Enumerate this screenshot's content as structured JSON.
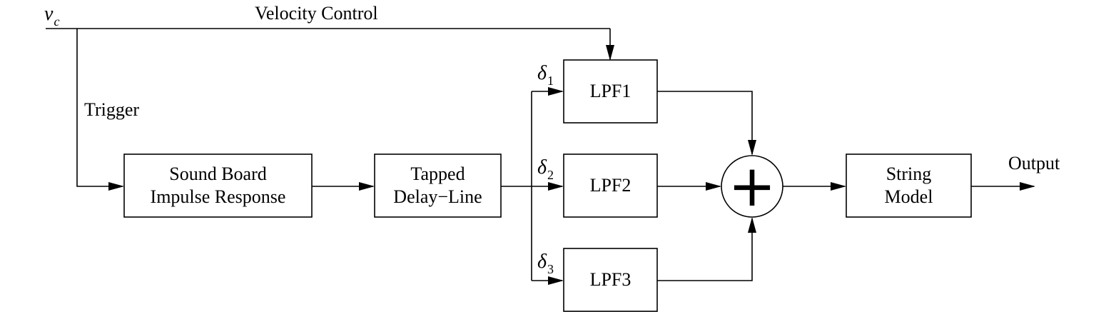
{
  "inputs": {
    "vc_symbol": "v",
    "vc_subscript": "c",
    "velocity_control": "Velocity Control",
    "trigger": "Trigger"
  },
  "blocks": {
    "sound_board": {
      "line1": "Sound Board",
      "line2": "Impulse Response"
    },
    "tapped_delay": {
      "line1": "Tapped",
      "line2": "Delay−Line"
    },
    "lpf1": "LPF1",
    "lpf2": "LPF2",
    "lpf3": "LPF3",
    "string_model": {
      "line1": "String",
      "line2": "Model"
    },
    "summer_symbol": "+"
  },
  "taps": {
    "delta_symbol": "δ",
    "d1": "1",
    "d2": "2",
    "d3": "3"
  },
  "output": "Output"
}
